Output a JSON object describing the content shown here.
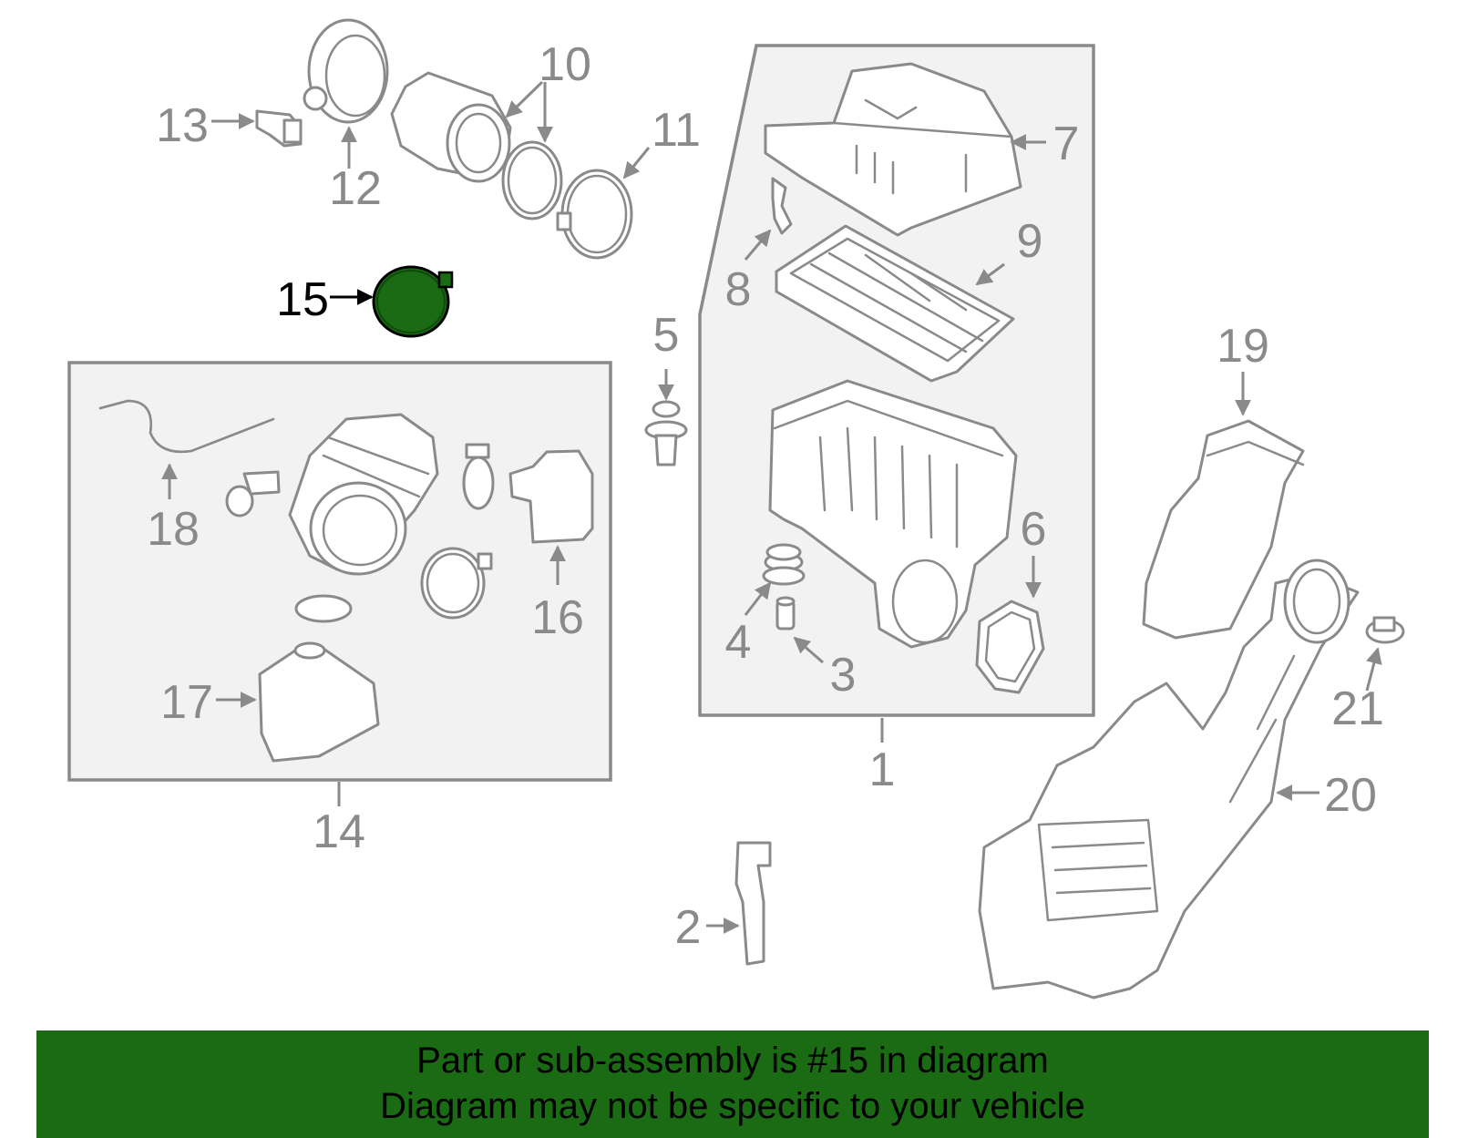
{
  "diagram": {
    "highlight_color": "#1a6b14",
    "highlighted_part": "15",
    "callouts": [
      {
        "id": "1",
        "label": "1"
      },
      {
        "id": "2",
        "label": "2"
      },
      {
        "id": "3",
        "label": "3"
      },
      {
        "id": "4",
        "label": "4"
      },
      {
        "id": "5",
        "label": "5"
      },
      {
        "id": "6",
        "label": "6"
      },
      {
        "id": "7",
        "label": "7"
      },
      {
        "id": "8",
        "label": "8"
      },
      {
        "id": "9",
        "label": "9"
      },
      {
        "id": "10",
        "label": "10"
      },
      {
        "id": "11",
        "label": "11"
      },
      {
        "id": "12",
        "label": "12"
      },
      {
        "id": "13",
        "label": "13"
      },
      {
        "id": "14",
        "label": "14"
      },
      {
        "id": "15",
        "label": "15"
      },
      {
        "id": "16",
        "label": "16"
      },
      {
        "id": "17",
        "label": "17"
      },
      {
        "id": "18",
        "label": "18"
      },
      {
        "id": "19",
        "label": "19"
      },
      {
        "id": "20",
        "label": "20"
      },
      {
        "id": "21",
        "label": "21"
      }
    ]
  },
  "banner": {
    "line1": "Part or sub-assembly is #15 in diagram",
    "line2": "Diagram may not be specific to your vehicle",
    "background": "#1a6b14"
  }
}
